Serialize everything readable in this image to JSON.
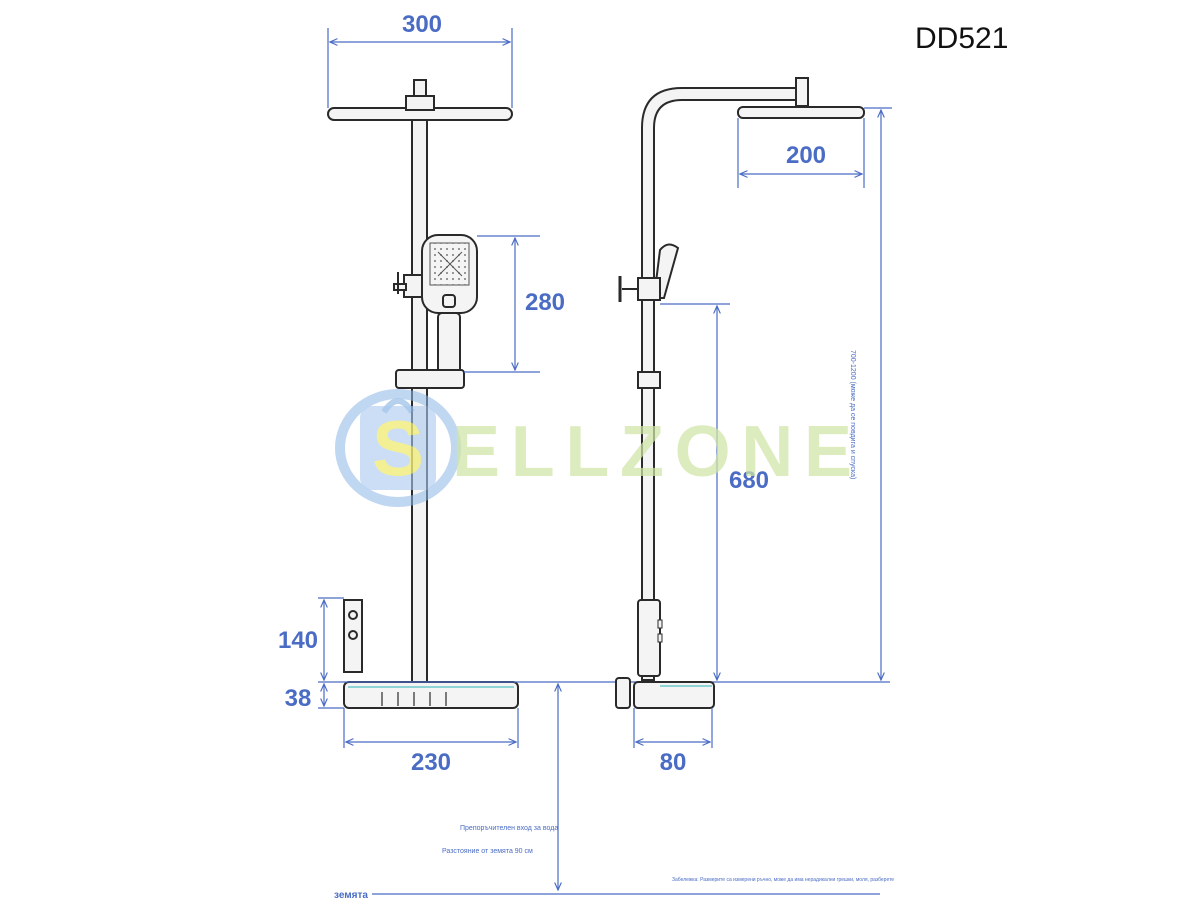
{
  "model": "DD521",
  "watermark": {
    "badge_letter": "S",
    "text": "ELLZONE"
  },
  "colors": {
    "dimension": "#4a6cc4",
    "outline": "#2a2a2a",
    "fill": "#f4f4f4",
    "watermark_blue": "#8fb8e6",
    "watermark_green": "#cfe6a6",
    "watermark_yellow": "#f0ec7a"
  },
  "front_view": {
    "dimensions": {
      "head_width": "300",
      "handshower_height": "280",
      "valve_height": "140",
      "shelf_thickness": "38",
      "shelf_width": "230"
    }
  },
  "side_view": {
    "dimensions": {
      "arm_projection": "200",
      "outlet_height": "680",
      "adjustable_height": "700-1200 (може да се повдига и спуска)",
      "shelf_depth": "80"
    }
  },
  "notes": {
    "water_inlet": "Препоръчителен вход за вода",
    "floor_distance": "Разстояние от земята 90 см",
    "disclaimer": "Забележка: Размерите са измерени ръчно, може да има нерадикални грешки, моля, разберете",
    "floor_label": "земята"
  }
}
